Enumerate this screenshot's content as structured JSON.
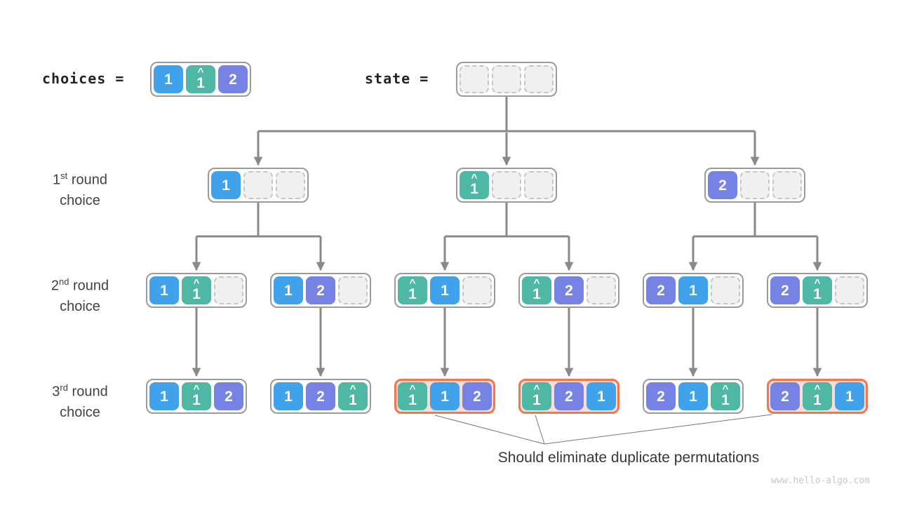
{
  "labels": {
    "choices": "choices =",
    "state": "state =",
    "rounds": [
      {
        "num": "1",
        "ord": "st",
        "rest": " round",
        "line2": "choice"
      },
      {
        "num": "2",
        "ord": "nd",
        "rest": " round",
        "line2": "choice"
      },
      {
        "num": "3",
        "ord": "rd",
        "rest": " round",
        "line2": "choice"
      }
    ],
    "note": "Should eliminate duplicate permutations",
    "watermark": "www.hello-algo.com"
  },
  "colors": {
    "blue": "#41a2ec",
    "teal": "#4eb8a5",
    "purple": "#7682e4",
    "highlight": "#f2764e",
    "line": "#898989"
  },
  "cell_legend": {
    "1": "blue",
    "1^": "teal",
    "2": "purple",
    "": "empty"
  },
  "nodes": [
    {
      "id": "choices-array",
      "cells": [
        "1",
        "1^",
        "2"
      ],
      "highlight": false
    },
    {
      "id": "state-array",
      "cells": [
        "",
        "",
        ""
      ],
      "highlight": false
    },
    {
      "id": "round1-node-1",
      "cells": [
        "1",
        "",
        ""
      ],
      "highlight": false
    },
    {
      "id": "round1-node-2",
      "cells": [
        "1^",
        "",
        ""
      ],
      "highlight": false
    },
    {
      "id": "round1-node-3",
      "cells": [
        "2",
        "",
        ""
      ],
      "highlight": false
    },
    {
      "id": "round2-node-1",
      "cells": [
        "1",
        "1^",
        ""
      ],
      "highlight": false
    },
    {
      "id": "round2-node-2",
      "cells": [
        "1",
        "2",
        ""
      ],
      "highlight": false
    },
    {
      "id": "round2-node-3",
      "cells": [
        "1^",
        "1",
        ""
      ],
      "highlight": false
    },
    {
      "id": "round2-node-4",
      "cells": [
        "1^",
        "2",
        ""
      ],
      "highlight": false
    },
    {
      "id": "round2-node-5",
      "cells": [
        "2",
        "1",
        ""
      ],
      "highlight": false
    },
    {
      "id": "round2-node-6",
      "cells": [
        "2",
        "1^",
        ""
      ],
      "highlight": false
    },
    {
      "id": "round3-node-1",
      "cells": [
        "1",
        "1^",
        "2"
      ],
      "highlight": false
    },
    {
      "id": "round3-node-2",
      "cells": [
        "1",
        "2",
        "1^"
      ],
      "highlight": false
    },
    {
      "id": "round3-node-3",
      "cells": [
        "1^",
        "1",
        "2"
      ],
      "highlight": true
    },
    {
      "id": "round3-node-4",
      "cells": [
        "1^",
        "2",
        "1"
      ],
      "highlight": true
    },
    {
      "id": "round3-node-5",
      "cells": [
        "2",
        "1",
        "1^"
      ],
      "highlight": false
    },
    {
      "id": "round3-node-6",
      "cells": [
        "2",
        "1^",
        "1"
      ],
      "highlight": true
    }
  ]
}
